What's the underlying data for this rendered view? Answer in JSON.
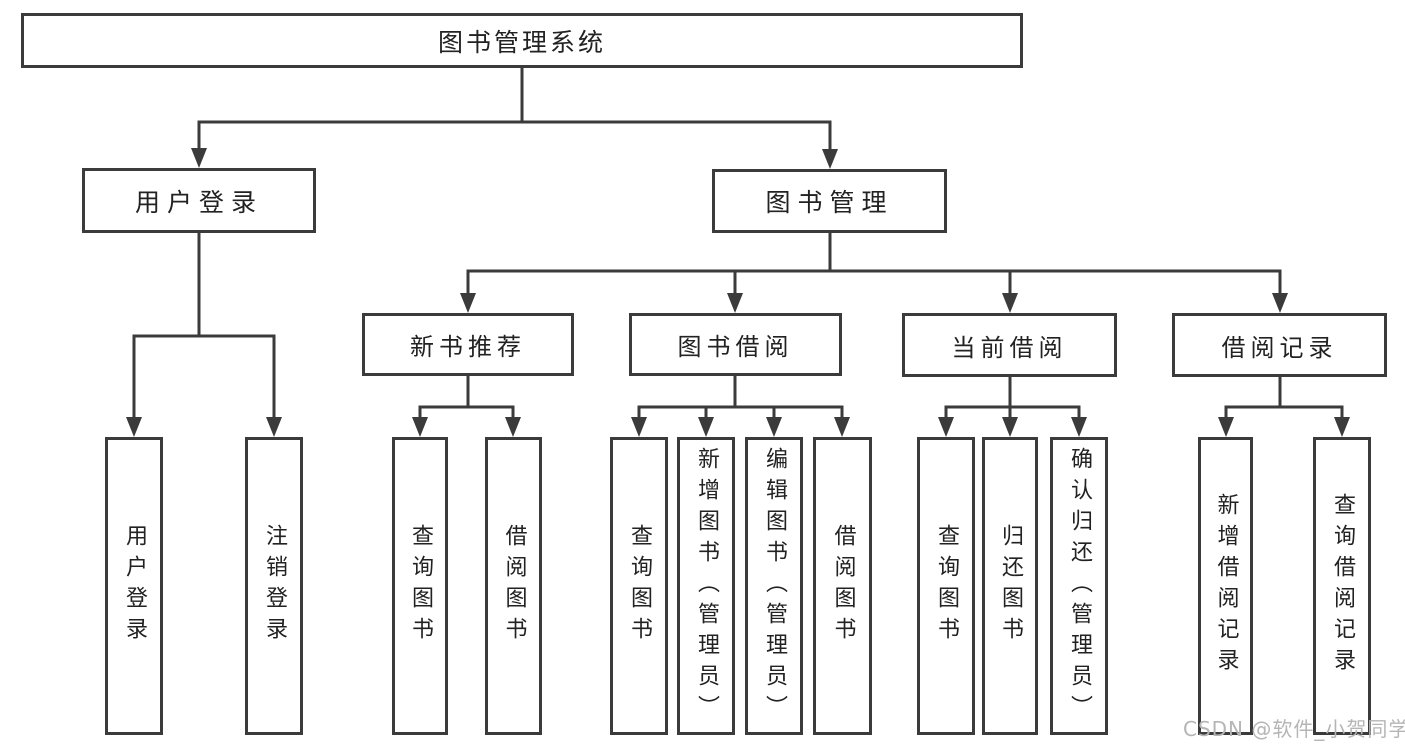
{
  "diagram": {
    "title": "图书管理系统",
    "branches": [
      {
        "label": "用户登录",
        "children": [
          {
            "label": "用户登录"
          },
          {
            "label": "注销登录"
          }
        ]
      },
      {
        "label": "图书管理",
        "children": [
          {
            "label": "新书推荐",
            "children": [
              {
                "label": "查询图书"
              },
              {
                "label": "借阅图书"
              }
            ]
          },
          {
            "label": "图书借阅",
            "children": [
              {
                "label": "查询图书"
              },
              {
                "label": "新增图书（管理员）"
              },
              {
                "label": "编辑图书（管理员）"
              },
              {
                "label": "借阅图书"
              }
            ]
          },
          {
            "label": "当前借阅",
            "children": [
              {
                "label": "查询图书"
              },
              {
                "label": "归还图书"
              },
              {
                "label": "确认归还（管理员）"
              }
            ]
          },
          {
            "label": "借阅记录",
            "children": [
              {
                "label": "新增借阅记录"
              },
              {
                "label": "查询借阅记录"
              }
            ]
          }
        ]
      }
    ]
  },
  "watermark": {
    "text": "CSDN @软件_小贺同学"
  },
  "colors": {
    "line": "#3b3b3b",
    "text": "#222222",
    "watermark": "#b5b5b5",
    "background": "#ffffff"
  }
}
